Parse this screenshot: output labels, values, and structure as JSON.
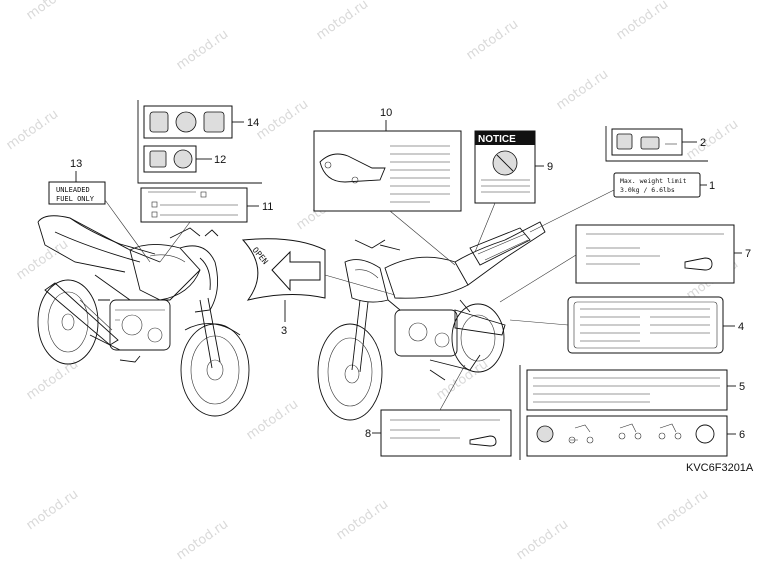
{
  "watermark": "motod.ru",
  "diagram_code": "KVC6F3201A",
  "callouts": {
    "c1": "1",
    "c2": "2",
    "c3": "3",
    "c4": "4",
    "c5": "5",
    "c6": "6",
    "c7": "7",
    "c8": "8",
    "c9": "9",
    "c10": "10",
    "c11": "11",
    "c12": "12",
    "c13": "13",
    "c14": "14"
  },
  "labels": {
    "unleaded_line1": "UNLEADED",
    "unleaded_line2": "FUEL ONLY",
    "notice": "NOTICE",
    "open": "OPEN",
    "max_weight_line1": "Max. weight limit",
    "max_weight_line2": "3.0kg / 6.6lbs"
  }
}
